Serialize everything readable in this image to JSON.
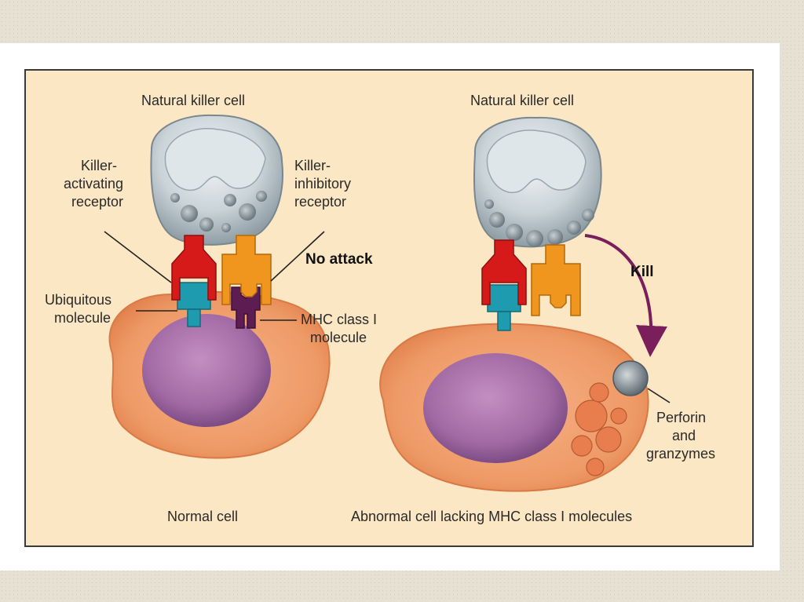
{
  "slide": {
    "figure": {
      "left_panel": {
        "title": "Natural killer cell",
        "activating_receptor": [
          "Killer-",
          "activating",
          "receptor"
        ],
        "inhibitory_receptor": [
          "Killer-",
          "inhibitory",
          "receptor"
        ],
        "outcome": "No attack",
        "ubiquitous": [
          "Ubiquitous",
          "molecule"
        ],
        "mhc": [
          "MHC class I",
          "molecule"
        ],
        "caption": "Normal cell"
      },
      "right_panel": {
        "title": "Natural killer cell",
        "outcome": "Kill",
        "perforin": [
          "Perforin",
          "and",
          "granzymes"
        ],
        "caption": "Abnormal cell lacking MHC class I molecules"
      }
    },
    "colors": {
      "panel_background": "#fbe7c3",
      "activating_receptor": "#d61a1a",
      "inhibitory_receptor": "#f0951e",
      "ubiquitous_molecule": "#1f9bb0",
      "mhc_molecule": "#5e1d52",
      "kill_arrow": "#7a1e5c",
      "target_cell": "#f0a070",
      "nucleus": "#a06aa0"
    }
  }
}
